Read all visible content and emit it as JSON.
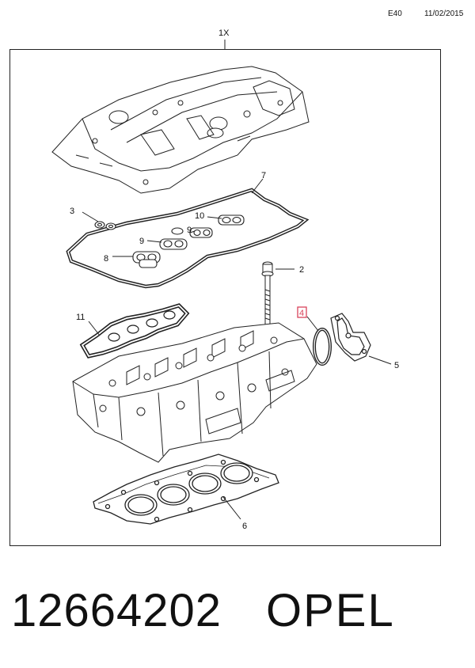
{
  "header": {
    "catalog_code": "E40",
    "date": "11/02/2015"
  },
  "diagram": {
    "kit_label": "1X",
    "callouts": [
      {
        "id": "2",
        "label": "2"
      },
      {
        "id": "3",
        "label": "3"
      },
      {
        "id": "4",
        "label": "4",
        "highlighted": true
      },
      {
        "id": "5",
        "label": "5"
      },
      {
        "id": "6",
        "label": "6"
      },
      {
        "id": "7",
        "label": "7"
      },
      {
        "id": "8",
        "label": "8"
      },
      {
        "id": "9a",
        "label": "9"
      },
      {
        "id": "9b",
        "label": "9"
      },
      {
        "id": "10",
        "label": "10"
      },
      {
        "id": "11",
        "label": "11"
      }
    ],
    "highlight_color": "#d9435a"
  },
  "footer": {
    "part_number": "12664202",
    "brand": "OPEL"
  }
}
